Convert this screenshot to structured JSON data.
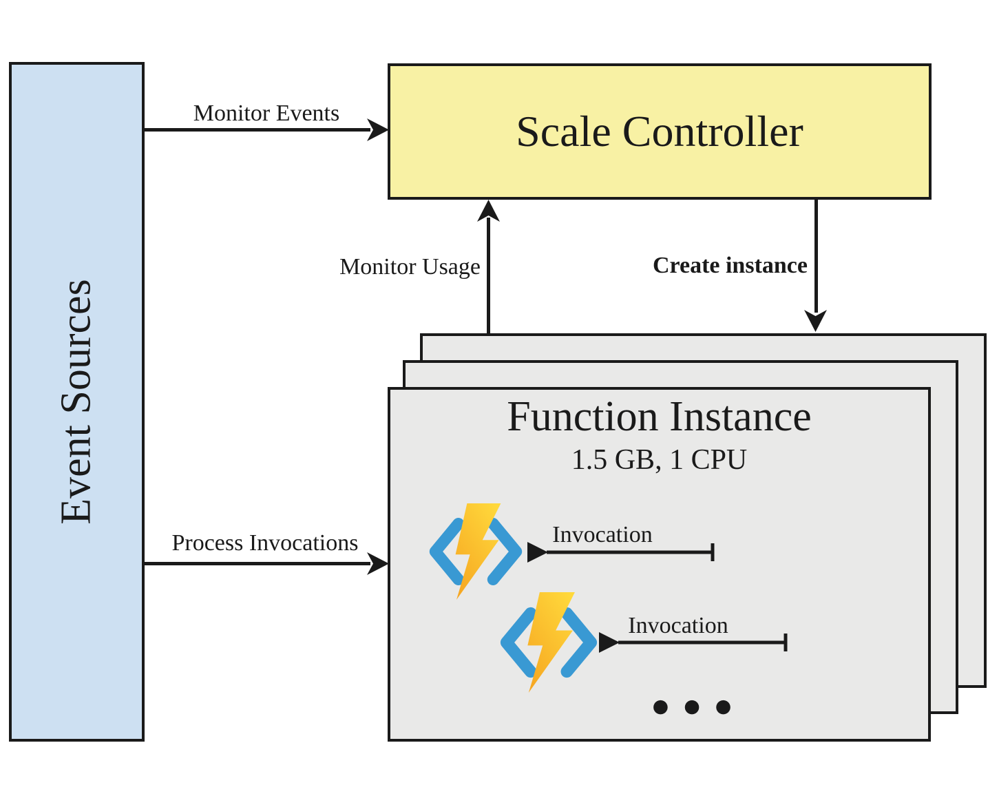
{
  "colors": {
    "border": "#1a1a1a",
    "event_sources_fill": "#cde0f2",
    "scale_controller_fill": "#f8f1a4",
    "instance_fill": "#e9e9e8",
    "bracket_blue": "#3999d3",
    "bolt_light": "#ffd83b",
    "bolt_dark": "#f6a722"
  },
  "event_sources": {
    "label": "Event Sources"
  },
  "scale_controller": {
    "label": "Scale Controller"
  },
  "edges": {
    "monitor_events": {
      "label": "Monitor Events"
    },
    "monitor_usage": {
      "label": "Monitor Usage"
    },
    "create_instance": {
      "label": "Create instance"
    },
    "process_invocations": {
      "label": "Process Invocations"
    }
  },
  "function_instance": {
    "title": "Function Instance",
    "spec": "1.5 GB, 1 CPU",
    "stack_count": 3,
    "invocations": [
      {
        "label": "Invocation"
      },
      {
        "label": "Invocation"
      }
    ],
    "more_indicator": "●●●"
  }
}
